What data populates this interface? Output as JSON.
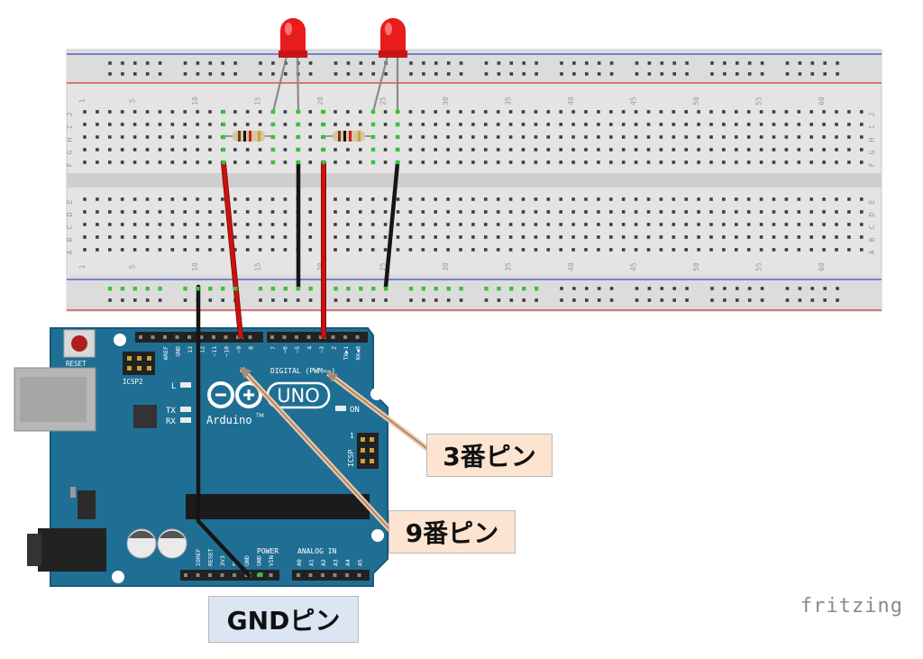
{
  "labels": {
    "pin3": "3番ピン",
    "pin9": "9番ピン",
    "gnd": "GNDピン"
  },
  "watermark": "fritzing",
  "arduino": {
    "reset": "RESET",
    "icsp2": "ICSP2",
    "icsp": "ICSP",
    "digital": "DIGITAL (PWM=~)",
    "uno": "UNO",
    "brand": "Arduino",
    "tm": "TM",
    "led_l": "L",
    "tx": "TX",
    "rx": "RX",
    "on": "ON",
    "power": "POWER",
    "analog": "ANALOG IN",
    "icsp_pin1": "1",
    "top_pins": [
      "AREF",
      "GND",
      "13",
      "12",
      "~11",
      "~10",
      "~9",
      "8",
      "7",
      "~6",
      "~5",
      "4",
      "~3",
      "2",
      "TX▶1",
      "RX◀0"
    ],
    "power_pins": [
      "IOREF",
      "RESET",
      "3V3",
      "5V",
      "GND",
      "GND",
      "VIN"
    ],
    "analog_pins": [
      "A0",
      "A1",
      "A2",
      "A3",
      "A4",
      "A5"
    ]
  },
  "breadboard": {
    "col_numbers": [
      "1",
      "5",
      "10",
      "15",
      "20",
      "25",
      "30",
      "35",
      "40",
      "45",
      "50",
      "55",
      "60"
    ],
    "rows_top": [
      "J",
      "I",
      "H",
      "G",
      "F"
    ],
    "rows_bottom": [
      "E",
      "D",
      "C",
      "B",
      "A"
    ]
  },
  "colors": {
    "board": "#1f6f94",
    "breadboard": "#e4e4e4",
    "wire_red": "#cc1111",
    "wire_black": "#151515",
    "led": "#e81c1c",
    "rail_red": "#d63a3a",
    "rail_blue": "#3a48c8"
  }
}
